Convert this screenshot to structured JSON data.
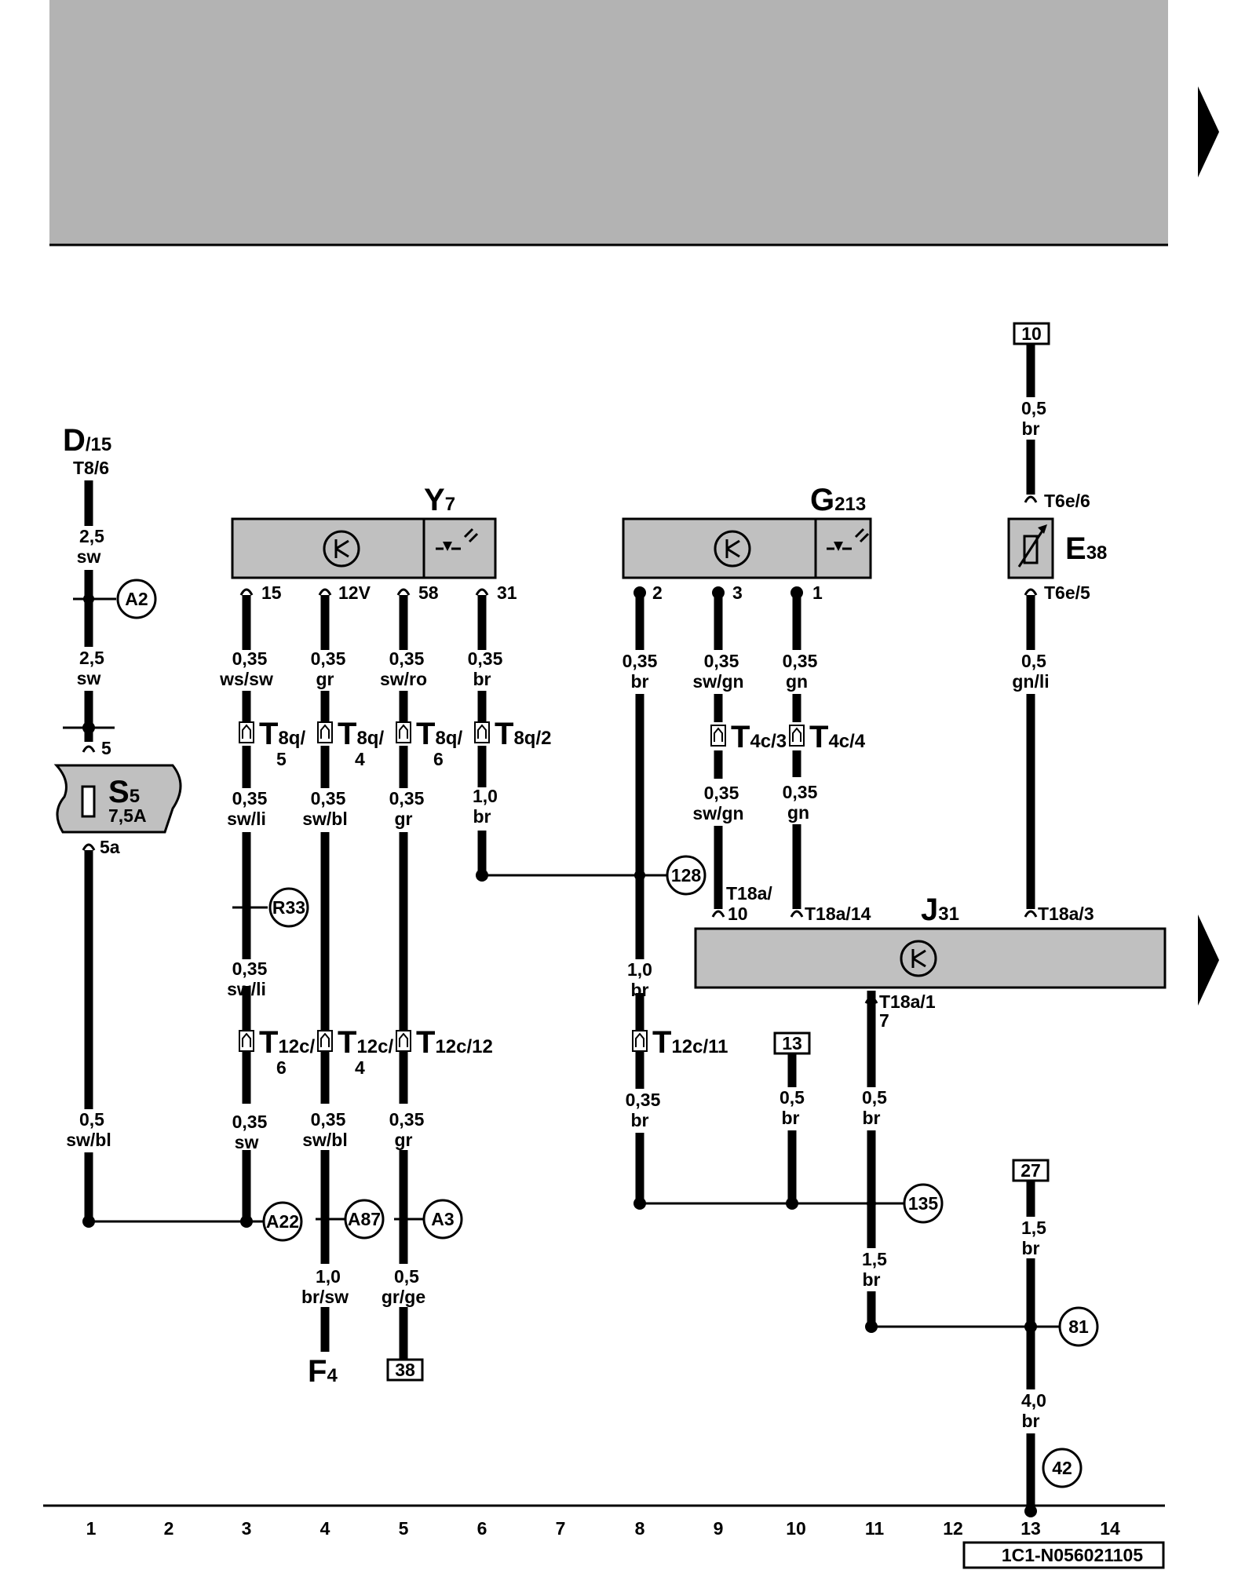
{
  "components": {
    "d": {
      "main": "D",
      "sub": "/15",
      "pin": "T8/6"
    },
    "y7": {
      "main": "Y",
      "sub": "7"
    },
    "g213": {
      "main": "G",
      "sub": "213"
    },
    "e38": {
      "main": "E",
      "sub": "38"
    },
    "j31": {
      "main": "J",
      "sub": "31"
    },
    "s5": {
      "main": "S",
      "sub": "5",
      "rating": "7,5A"
    },
    "f4": {
      "main": "F",
      "sub": "4"
    }
  },
  "wire_labels": [
    {
      "size": "2,5",
      "color": "sw"
    },
    {
      "size": "2,5",
      "color": "sw"
    },
    {
      "size": "0,5",
      "color": "sw/bl"
    },
    {
      "size": "0,35",
      "color": "ws/sw"
    },
    {
      "size": "0,35",
      "color": "sw/li"
    },
    {
      "size": "0,35",
      "color": "sw/li"
    },
    {
      "size": "0,35",
      "color": "sw"
    },
    {
      "size": "0,35",
      "color": "gr"
    },
    {
      "size": "0,35",
      "color": "sw/bl"
    },
    {
      "size": "0,35",
      "color": "sw/bl"
    },
    {
      "size": "1,0",
      "color": "br/sw"
    },
    {
      "size": "0,35",
      "color": "sw/ro"
    },
    {
      "size": "0,35",
      "color": "gr"
    },
    {
      "size": "0,35",
      "color": "gr"
    },
    {
      "size": "0,5",
      "color": "gr/ge"
    },
    {
      "size": "0,35",
      "color": "br"
    },
    {
      "size": "1,0",
      "color": "br"
    },
    {
      "size": "0,35",
      "color": "br"
    },
    {
      "size": "1,0",
      "color": "br"
    },
    {
      "size": "0,35",
      "color": "br"
    },
    {
      "size": "0,35",
      "color": "sw/gn"
    },
    {
      "size": "0,35",
      "color": "sw/gn"
    },
    {
      "size": "0,35",
      "color": "gn"
    },
    {
      "size": "0,35",
      "color": "gn"
    },
    {
      "size": "0,5",
      "color": "br"
    },
    {
      "size": "0,5",
      "color": "br"
    },
    {
      "size": "1,5",
      "color": "br"
    },
    {
      "size": "0,5",
      "color": "br"
    },
    {
      "size": "0,5",
      "color": "gn/li"
    },
    {
      "size": "1,5",
      "color": "br"
    },
    {
      "size": "4,0",
      "color": "br"
    }
  ],
  "pins": [
    "15",
    "12V",
    "58",
    "31",
    "2",
    "3",
    "1",
    "5",
    "5a",
    "T6e/6",
    "T6e/5",
    "T18a/",
    "10",
    "T18a/14",
    "T18a/3",
    "T18a/1",
    "7"
  ],
  "connectors": [
    {
      "main": "T",
      "sub": "8q/",
      "num": "5"
    },
    {
      "main": "T",
      "sub": "8q/",
      "num": "4"
    },
    {
      "main": "T",
      "sub": "8q/",
      "num": "6"
    },
    {
      "main": "T",
      "sub": "8q/2",
      "num": ""
    },
    {
      "main": "T",
      "sub": "4c/3",
      "num": ""
    },
    {
      "main": "T",
      "sub": "4c/4",
      "num": ""
    },
    {
      "main": "T",
      "sub": "12c/",
      "num": "6"
    },
    {
      "main": "T",
      "sub": "12c/",
      "num": "4"
    },
    {
      "main": "T",
      "sub": "12c/12",
      "num": ""
    },
    {
      "main": "T",
      "sub": "12c/11",
      "num": ""
    }
  ],
  "circled_points": [
    "A2",
    "R33",
    "128",
    "A22",
    "A87",
    "A3",
    "135",
    "81",
    "42"
  ],
  "boxed_refs": [
    "10",
    "13",
    "27",
    "38"
  ],
  "columns": [
    "1",
    "2",
    "3",
    "4",
    "5",
    "6",
    "7",
    "8",
    "9",
    "10",
    "11",
    "12",
    "13",
    "14"
  ],
  "document_code": "1C1-N056021105",
  "colors": {
    "header_fill": "#b3b3b3",
    "component_fill": "#c0c0c0",
    "wire": "#000000"
  }
}
